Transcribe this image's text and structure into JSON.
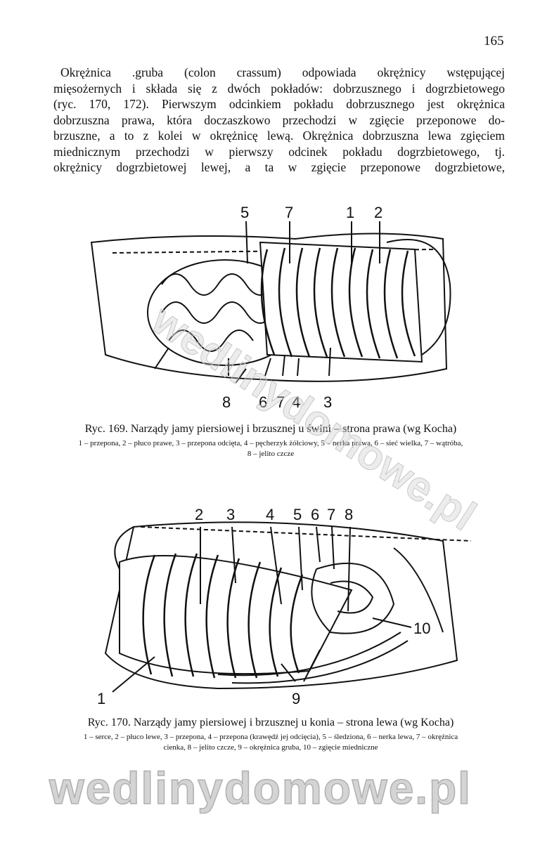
{
  "page_number": "165",
  "paragraph": {
    "lines": [
      "Okrężnica .gruba (colon crassum) odpowiada okrężnicy wstępującej",
      "mięsożernych i składa się z dwóch pokładów: dobrzusznego i dogrzbietowego",
      "(ryc. 170, 172). Pierwszym odcinkiem pokładu dobrzusznego jest okrężnica",
      "dobrzuszna prawa, która doczaszkowo przechodzi w zgięcie przeponowe do-",
      "brzuszne, a to z kolei w okrężnicę lewą. Okrężnica dobrzuszna lewa zgięciem",
      "miednicznym przechodzi w pierwszy odcinek pokładu dogrzbietowego, tj.",
      "okrężnicy dogrzbietowej lewej, a ta w zgięcie przeponowe dogrzbietowe,"
    ]
  },
  "figure169": {
    "labels_top": [
      "5",
      "7",
      "1",
      "2"
    ],
    "labels_bottom": [
      "8",
      "6",
      "7",
      "4",
      "3"
    ],
    "caption": "Ryc. 169. Narządy jamy piersiowej i brzusznej u świni – strona prawa (wg Kocha)",
    "legend_1": "1 – przepona, 2 – płuco prawe, 3 – przepona odcięta, 4 – pęcherzyk żółciowy, 5 – nerka prawa, 6 – sieć wielka, 7 – wątróba,",
    "legend_2": "8 – jelito czcze"
  },
  "figure170": {
    "labels_top": [
      "2",
      "3",
      "4",
      "5",
      "6",
      "7",
      "8"
    ],
    "label_10": "10",
    "label_1": "1",
    "label_9": "9",
    "caption": "Ryc. 170. Narządy jamy piersiowej i brzusznej u konia – strona lewa (wg Kocha)",
    "legend_1": "1 – serce, 2 – płuco lewe, 3 – przepona, 4 – przepona (krawędź jej odcięcia), 5 – śledziona, 6 – nerka lewa, 7 – okrężnica",
    "legend_2": "cienka, 8 – jelito czcze, 9 – okrężnica gruba, 10 – zgięcie miedniczne"
  },
  "watermark": "wedlinydomowe.pl"
}
